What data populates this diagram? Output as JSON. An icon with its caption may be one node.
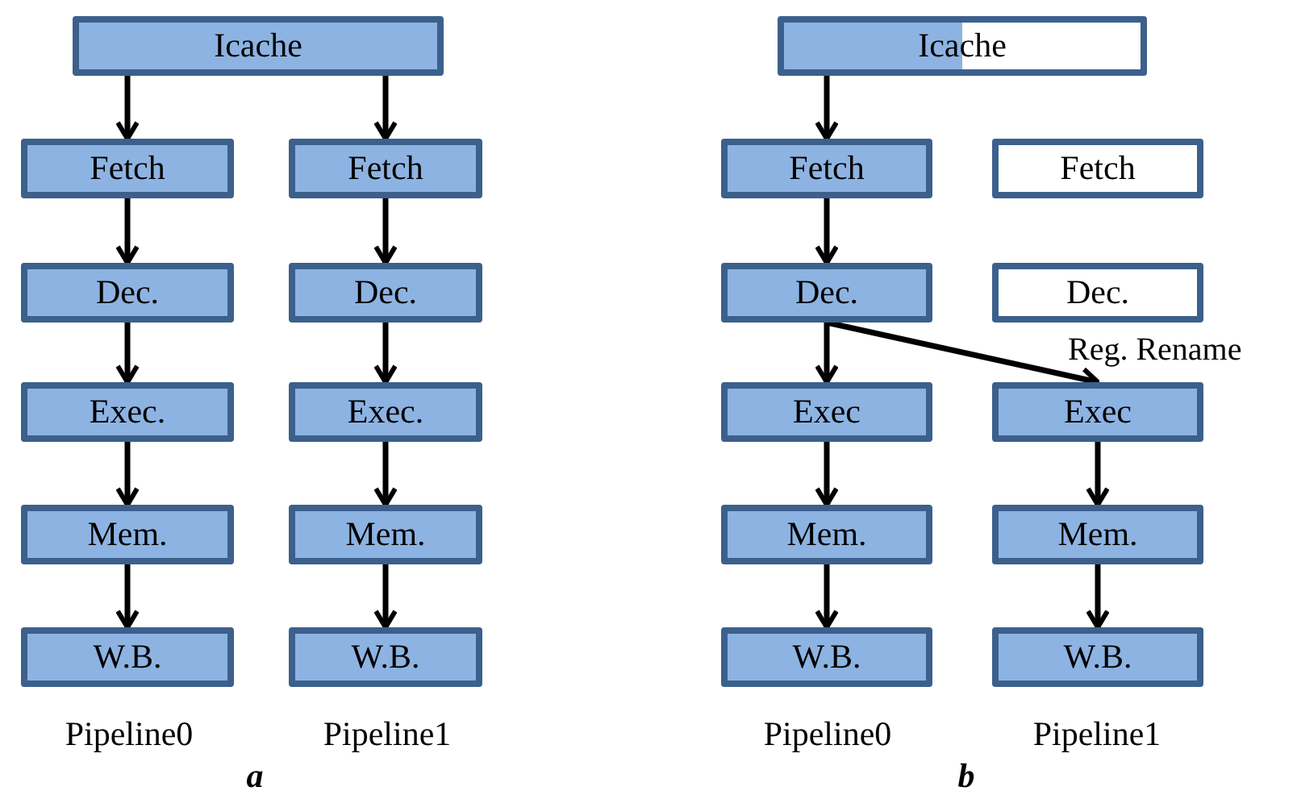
{
  "diagram": {
    "nodes": [
      {
        "text": [
          "Icache"
        ]
      },
      {
        "text": [
          "Fetch"
        ]
      },
      {
        "text": [
          "Fetch"
        ]
      },
      {
        "text": [
          "Dec."
        ]
      },
      {
        "text": [
          "Dec."
        ]
      },
      {
        "text": [
          "Exec."
        ]
      },
      {
        "text": [
          "Exec."
        ]
      },
      {
        "text": [
          "Mem."
        ]
      },
      {
        "text": [
          "Mem."
        ]
      },
      {
        "text": [
          "W.B."
        ]
      },
      {
        "text": [
          "W.B."
        ]
      },
      {
        "text": [
          "Icache"
        ]
      },
      {
        "text": [
          "Fetch"
        ]
      },
      {
        "text": [
          "Fetch"
        ]
      },
      {
        "text": [
          "Dec."
        ]
      },
      {
        "text": [
          "Dec."
        ]
      },
      {
        "text": [
          "Exec"
        ]
      },
      {
        "text": [
          "Exec"
        ]
      },
      {
        "text": [
          "Mem."
        ]
      },
      {
        "text": [
          "Mem."
        ]
      },
      {
        "text": [
          "W.B."
        ]
      },
      {
        "text": [
          "W.B."
        ]
      }
    ],
    "edges": [
      {
        "from": 0,
        "to": 1,
        "arrow": "to"
      },
      {
        "from": 0,
        "to": 2,
        "arrow": "to"
      },
      {
        "from": 1,
        "to": 3,
        "arrow": "to"
      },
      {
        "from": 2,
        "to": 4,
        "arrow": "to"
      },
      {
        "from": 3,
        "to": 5,
        "arrow": "to"
      },
      {
        "from": 4,
        "to": 6,
        "arrow": "to"
      },
      {
        "from": 5,
        "to": 7,
        "arrow": "to"
      },
      {
        "from": 6,
        "to": 8,
        "arrow": "to"
      },
      {
        "from": 7,
        "to": 9,
        "arrow": "to"
      },
      {
        "from": 8,
        "to": 10,
        "arrow": "to"
      },
      {
        "from": 11,
        "to": 12,
        "arrow": "to"
      },
      {
        "from": 12,
        "to": 14,
        "arrow": "to"
      },
      {
        "from": 14,
        "to": 16,
        "arrow": "to"
      },
      {
        "from": 14,
        "to": 17,
        "arrow": "to",
        "label": "Reg. Rename"
      },
      {
        "from": 16,
        "to": 18,
        "arrow": "to"
      },
      {
        "from": 17,
        "to": 19,
        "arrow": "to"
      },
      {
        "from": 18,
        "to": 20,
        "arrow": "to"
      },
      {
        "from": 19,
        "to": 21,
        "arrow": "to"
      }
    ],
    "labels": [
      "Pipeline0",
      "Pipeline1",
      "a",
      "Pipeline0",
      "Pipeline1",
      "b"
    ]
  }
}
